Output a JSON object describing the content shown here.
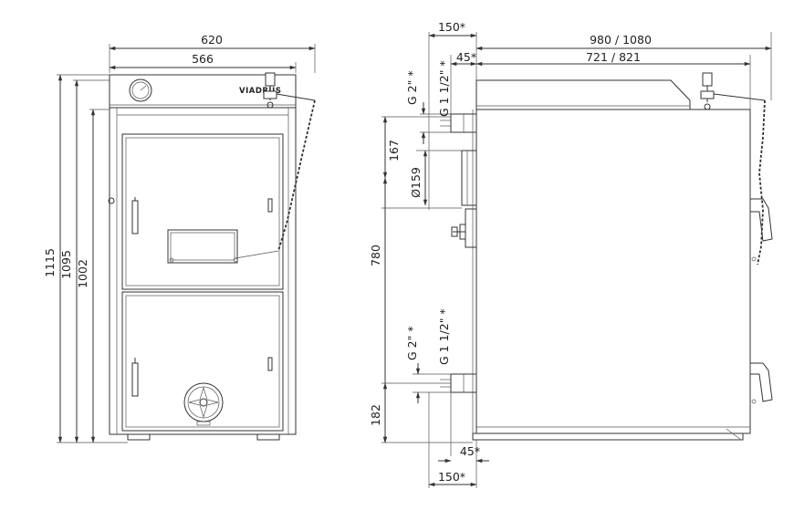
{
  "front_view": {
    "brand_label": "VIADRUS",
    "dims": {
      "total_width": "620",
      "body_width": "566",
      "height_total": "1115",
      "height_body": "1095",
      "height_door": "1002"
    }
  },
  "side_view": {
    "dims": {
      "depth_total": "980 / 1080",
      "depth_body": "721 / 821",
      "offset_top": "150*",
      "offset_top_small": "45*",
      "offset_bottom": "150*",
      "offset_bottom_small": "45*",
      "thread_g2_top": "G 2\" *",
      "thread_g112_top": "G 1 1/2\" *",
      "thread_g2_bottom": "G 2\" *",
      "thread_g112_bottom": "G 1 1/2\" *",
      "flue_height": "167",
      "flue_diameter": "Ø159",
      "flue_axis_height": "780",
      "return_height": "182"
    }
  }
}
